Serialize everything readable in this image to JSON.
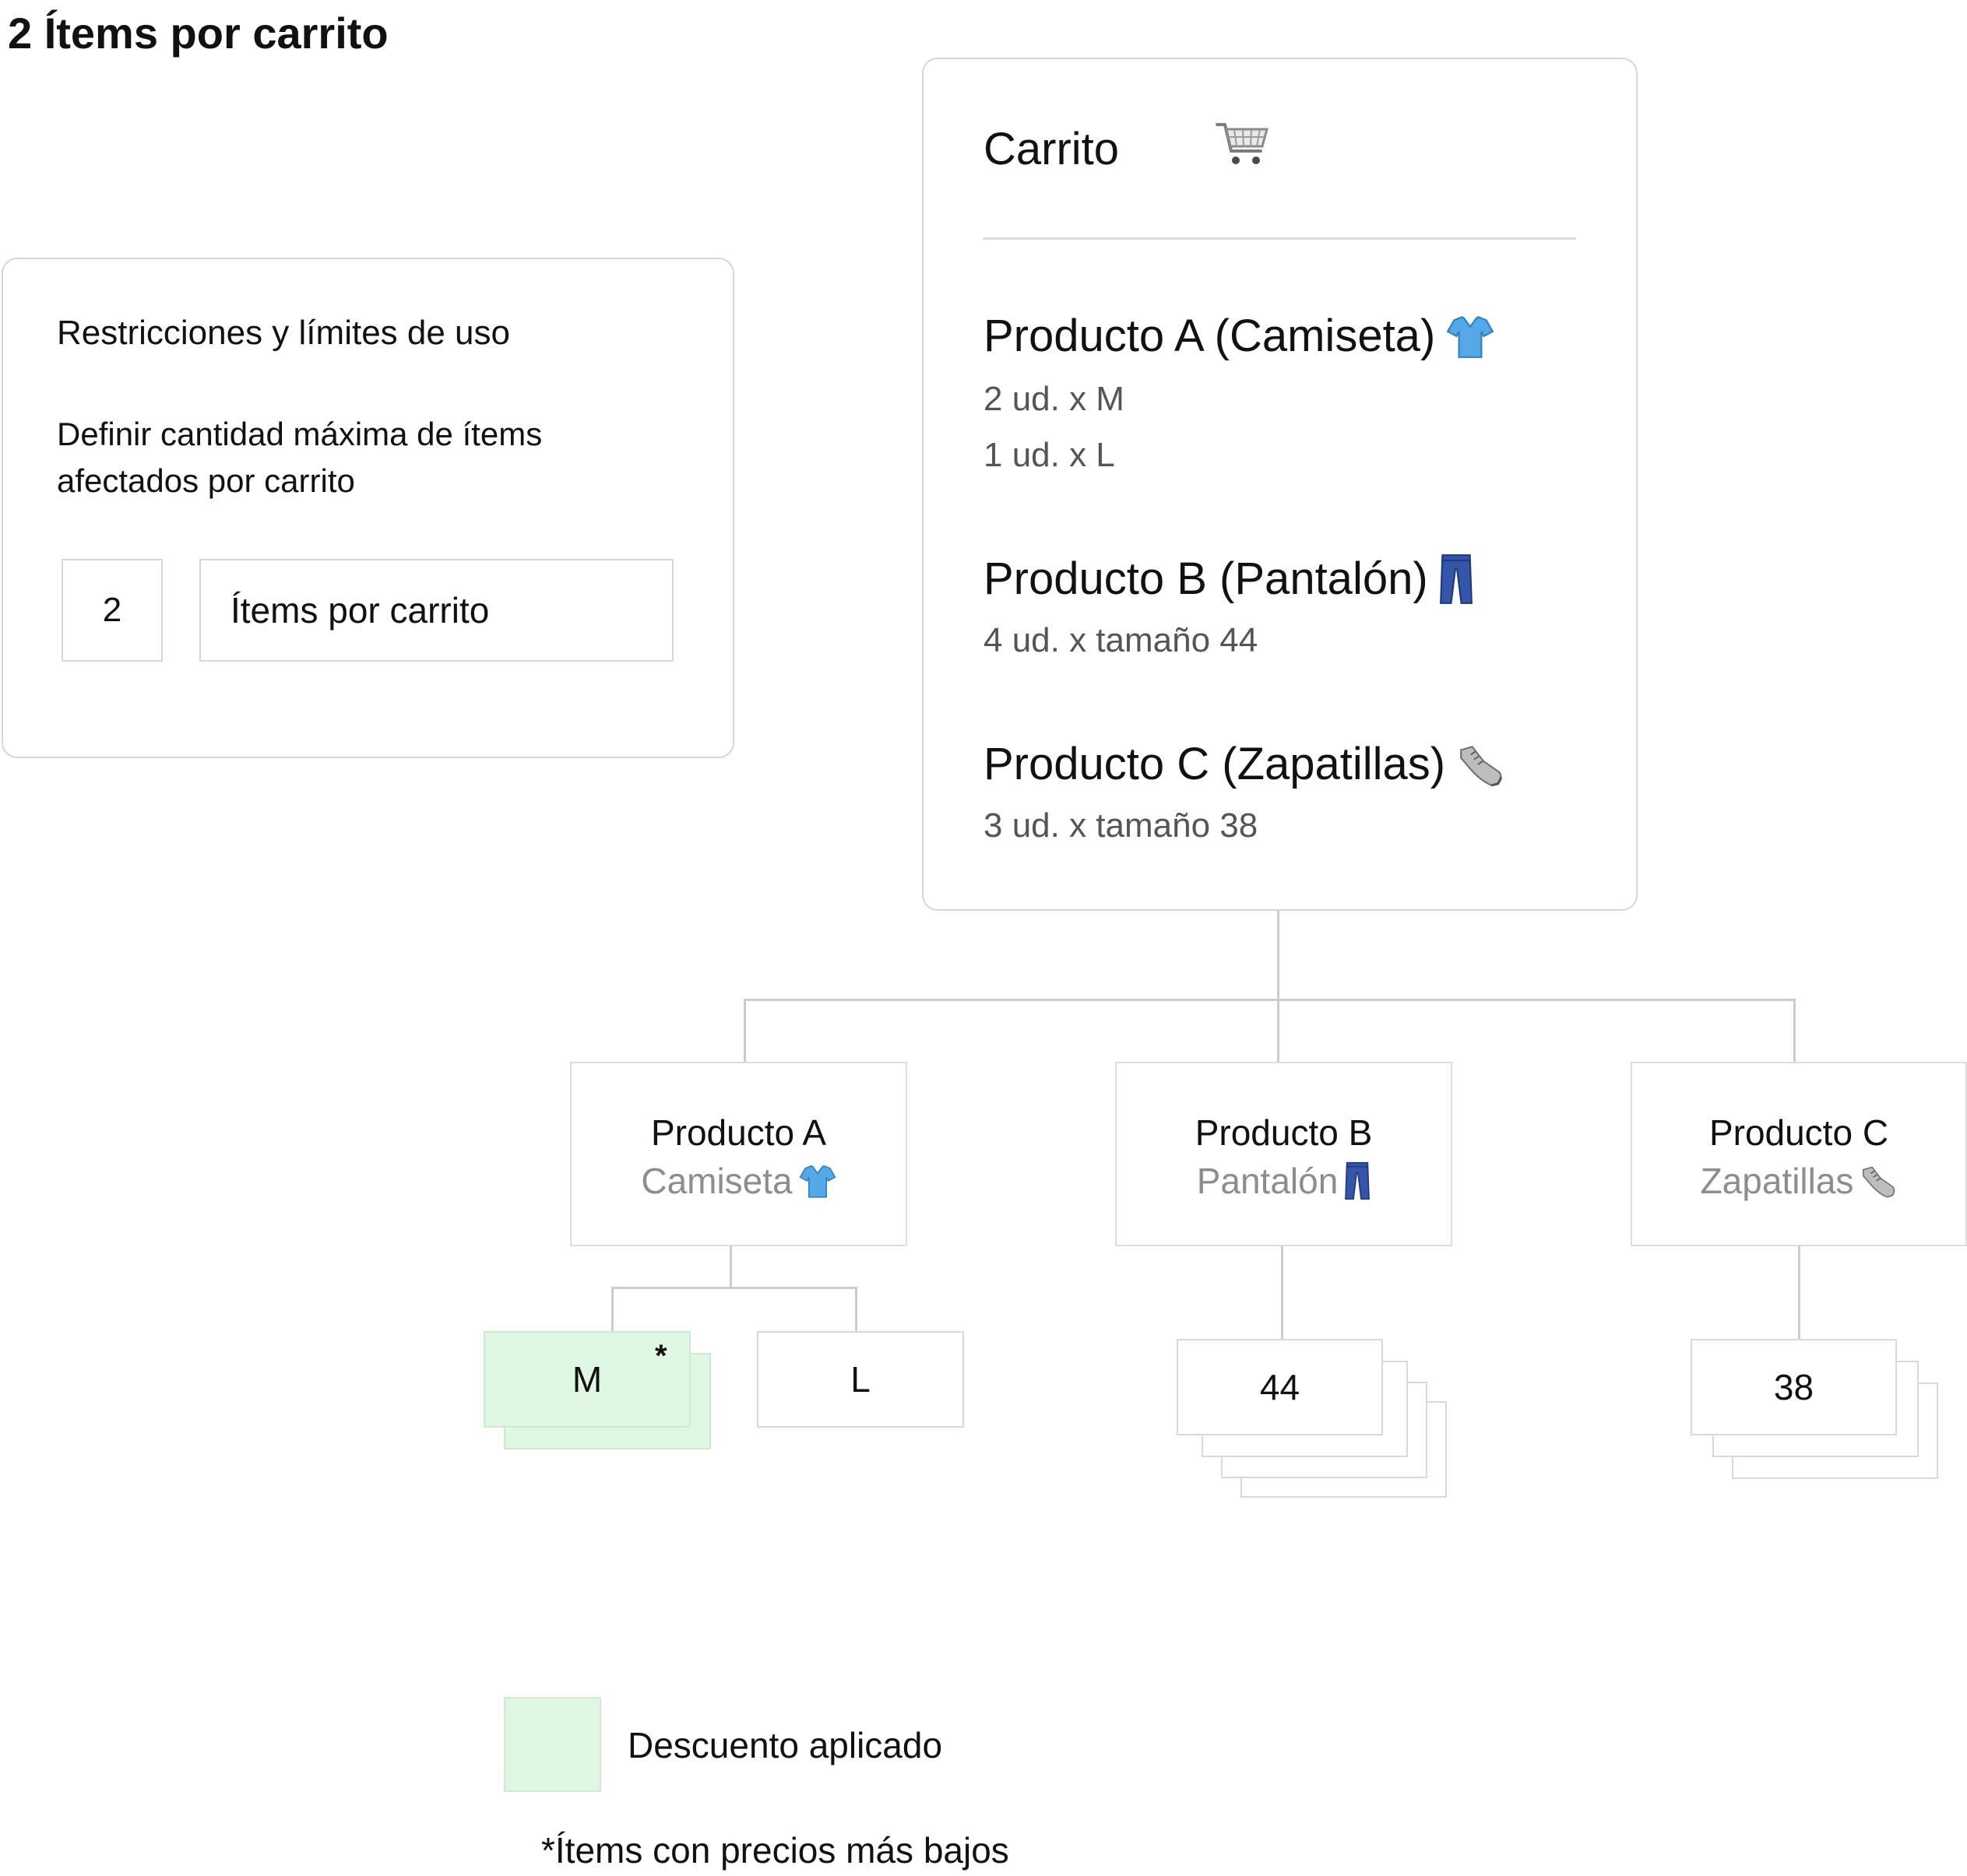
{
  "title": "2 Ítems por carrito",
  "restrictions": {
    "heading": "Restricciones y límites de uso",
    "description": "Definir cantidad máxima de ítems afectados por carrito",
    "quantity": "2",
    "unit_label": "Ítems por carrito"
  },
  "cart": {
    "title": "Carrito",
    "icon": "shopping-cart-icon",
    "products": [
      {
        "name": "Producto A (Camiseta)",
        "icon": "tshirt-icon",
        "lines": [
          "2 ud. x M",
          "1 ud. x L"
        ]
      },
      {
        "name": "Producto B (Pantalón)",
        "icon": "jeans-icon",
        "lines": [
          "4 ud. x tamaño 44"
        ]
      },
      {
        "name": "Producto C (Zapatillas)",
        "icon": "sneaker-icon",
        "lines": [
          "3 ud. x  tamaño 38"
        ]
      }
    ]
  },
  "tree": {
    "nodes": [
      {
        "name": "Producto A",
        "subtitle": "Camiseta",
        "icon": "tshirt-icon"
      },
      {
        "name": "Producto B",
        "subtitle": "Pantalón",
        "icon": "jeans-icon"
      },
      {
        "name": "Producto C",
        "subtitle": "Zapatillas",
        "icon": "sneaker-icon"
      }
    ],
    "sizes": {
      "a_m": {
        "label": "M",
        "marker": "*",
        "discounted": true,
        "units": 2
      },
      "a_l": {
        "label": "L",
        "discounted": false,
        "units": 1
      },
      "b": {
        "label": "44",
        "units": 4
      },
      "c": {
        "label": "38",
        "units": 3
      }
    }
  },
  "legend": {
    "discount_label": "Descuento aplicado",
    "discount_color": "#e0f8e3",
    "footnote": "*Ítems con precios más bajos"
  }
}
